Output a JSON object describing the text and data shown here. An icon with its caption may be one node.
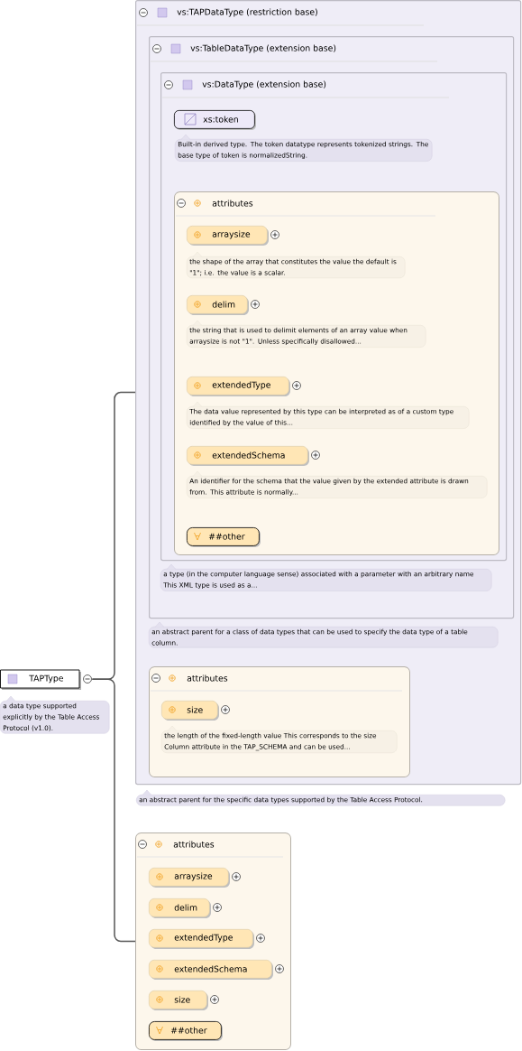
{
  "diagram": {
    "nodes": [
      {
        "text": [
          "TAPType"
        ],
        "beside": [
          "a data type supported explicitly by the Table Access Protocol (v1.0)."
        ]
      },
      {
        "text": [
          "vs:TAPDataType (restriction base)"
        ],
        "beside": [
          "an abstract parent for the specific data types supported by the Table Access Protocol."
        ]
      },
      {
        "text": [
          "vs:TableDataType (extension base)"
        ],
        "in": 1,
        "beside": [
          "an abstract parent for a class of data types that can be used to specify the data type of a table column."
        ]
      },
      {
        "text": [
          "vs:DataType (extension base)"
        ],
        "in": 2,
        "beside": [
          "a type (in the computer language sense) associated with a parameter with an arbitrary name This XML type is used as a..."
        ]
      },
      {
        "text": [
          "xs:token"
        ],
        "in": 3,
        "beside": [
          "Built-in derived type. The token datatype represents tokenized strings. The base type of token is normalizedString."
        ]
      },
      {
        "text": [
          "attributes"
        ],
        "in": 3
      },
      {
        "text": [
          "arraysize"
        ],
        "in": 5,
        "beside": [
          "the shape of the array that constitutes the value the default is \"1\"; i.e. the value is a scalar."
        ]
      },
      {
        "text": [
          "delim"
        ],
        "in": 5,
        "beside": [
          "the string that is used to delimit elements of an array value when arraysize is not \"1\". Unless specifically disallowed..."
        ]
      },
      {
        "text": [
          "extendedType"
        ],
        "in": 5,
        "beside": [
          "The data value represented by this type can be interpreted as of a custom type identified by the value of this..."
        ]
      },
      {
        "text": [
          "extendedSchema"
        ],
        "in": 5,
        "beside": [
          "An identifier for the schema that the value given by the extended attribute is drawn from. This attribute is normally..."
        ]
      },
      {
        "text": [
          "##other"
        ],
        "in": 5
      },
      {
        "text": [
          "attributes"
        ],
        "in": 1
      },
      {
        "text": [
          "size"
        ],
        "in": 11,
        "beside": [
          "the length of the fixed-length value This corresponds to the size Column attribute in the TAP_SCHEMA and can be used..."
        ]
      },
      {
        "text": [
          "attributes"
        ]
      },
      {
        "text": [
          "arraysize"
        ],
        "in": 13
      },
      {
        "text": [
          "delim"
        ],
        "in": 13
      },
      {
        "text": [
          "extendedType"
        ],
        "in": 13
      },
      {
        "text": [
          "extendedSchema"
        ],
        "in": 13
      },
      {
        "text": [
          "size"
        ],
        "in": 13
      },
      {
        "text": [
          "##other"
        ],
        "in": 13
      }
    ],
    "edges": [
      {
        "from": 0,
        "to": 1,
        "arrow": "none"
      },
      {
        "from": 0,
        "to": 13,
        "arrow": "none"
      }
    ]
  }
}
